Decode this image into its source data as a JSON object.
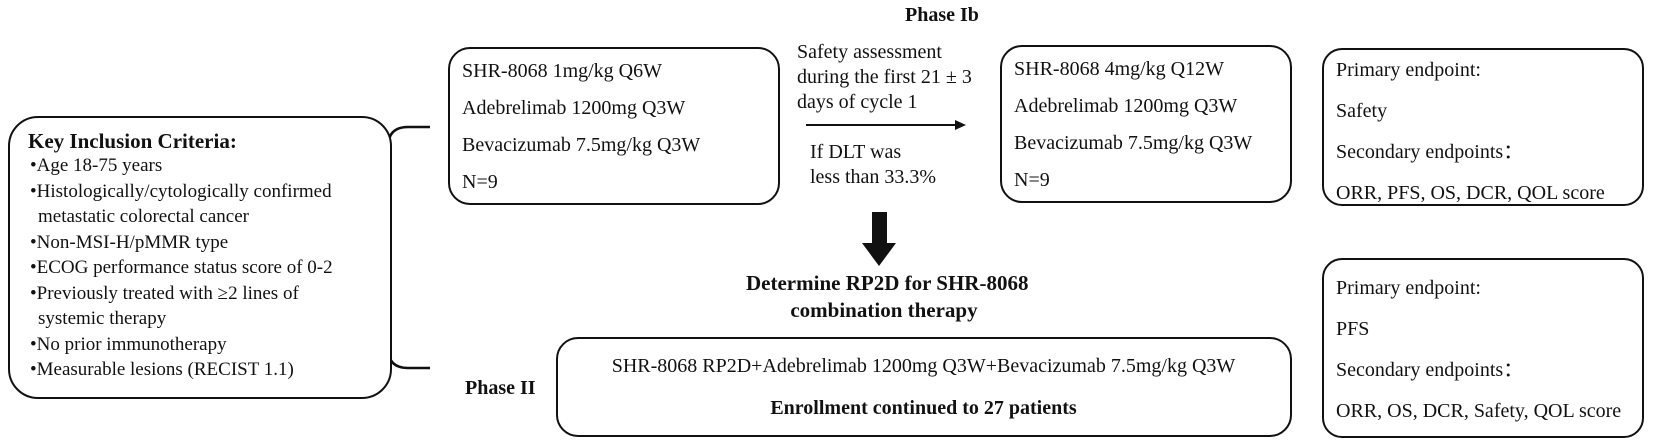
{
  "phase_ib_label": "Phase Ib",
  "phase_ii_label": "Phase II",
  "criteria": {
    "title": "Key Inclusion Criteria:",
    "items": [
      "•Age 18-75 years",
      "•Histologically/cytologically confirmed",
      "  metastatic colorectal cancer",
      "•Non-MSI-H/pMMR type",
      "•ECOG performance status score of 0-2",
      "•Previously treated with ≥2 lines of",
      "  systemic therapy",
      "•No prior immunotherapy",
      "•Measurable lesions (RECIST 1.1)"
    ]
  },
  "cohort1": {
    "lines": [
      "SHR-8068 1mg/kg Q6W",
      "Adebrelimab 1200mg Q3W",
      "Bevacizumab 7.5mg/kg Q3W",
      "N=9"
    ]
  },
  "cohort2": {
    "lines": [
      "SHR-8068 4mg/kg Q12W",
      "Adebrelimab 1200mg Q3W",
      "Bevacizumab 7.5mg/kg Q3W",
      "N=9"
    ]
  },
  "safety_note": {
    "lines": [
      "Safety assessment",
      "during the first 21  ± 3",
      "days of cycle 1"
    ]
  },
  "dlt_note": {
    "lines": [
      "If DLT was",
      "less than 33.3%"
    ]
  },
  "rp2d": {
    "line1": "Determine RP2D for SHR-8068",
    "line2": "combination therapy"
  },
  "phase2_box": {
    "regimen": "SHR-8068 RP2D+Adebrelimab 1200mg Q3W+Bevacizumab 7.5mg/kg Q3W",
    "enrollment": "Enrollment continued to 27 patients"
  },
  "endpoints_ib": {
    "primary_label": "Primary endpoint:",
    "primary": "Safety",
    "secondary_label": "Secondary endpoints：",
    "secondary": "ORR, PFS, OS, DCR, QOL score"
  },
  "endpoints_ii": {
    "primary_label": "Primary endpoint:",
    "primary": "PFS",
    "secondary_label": "Secondary endpoints：",
    "secondary": "ORR, OS, DCR, Safety, QOL score"
  }
}
